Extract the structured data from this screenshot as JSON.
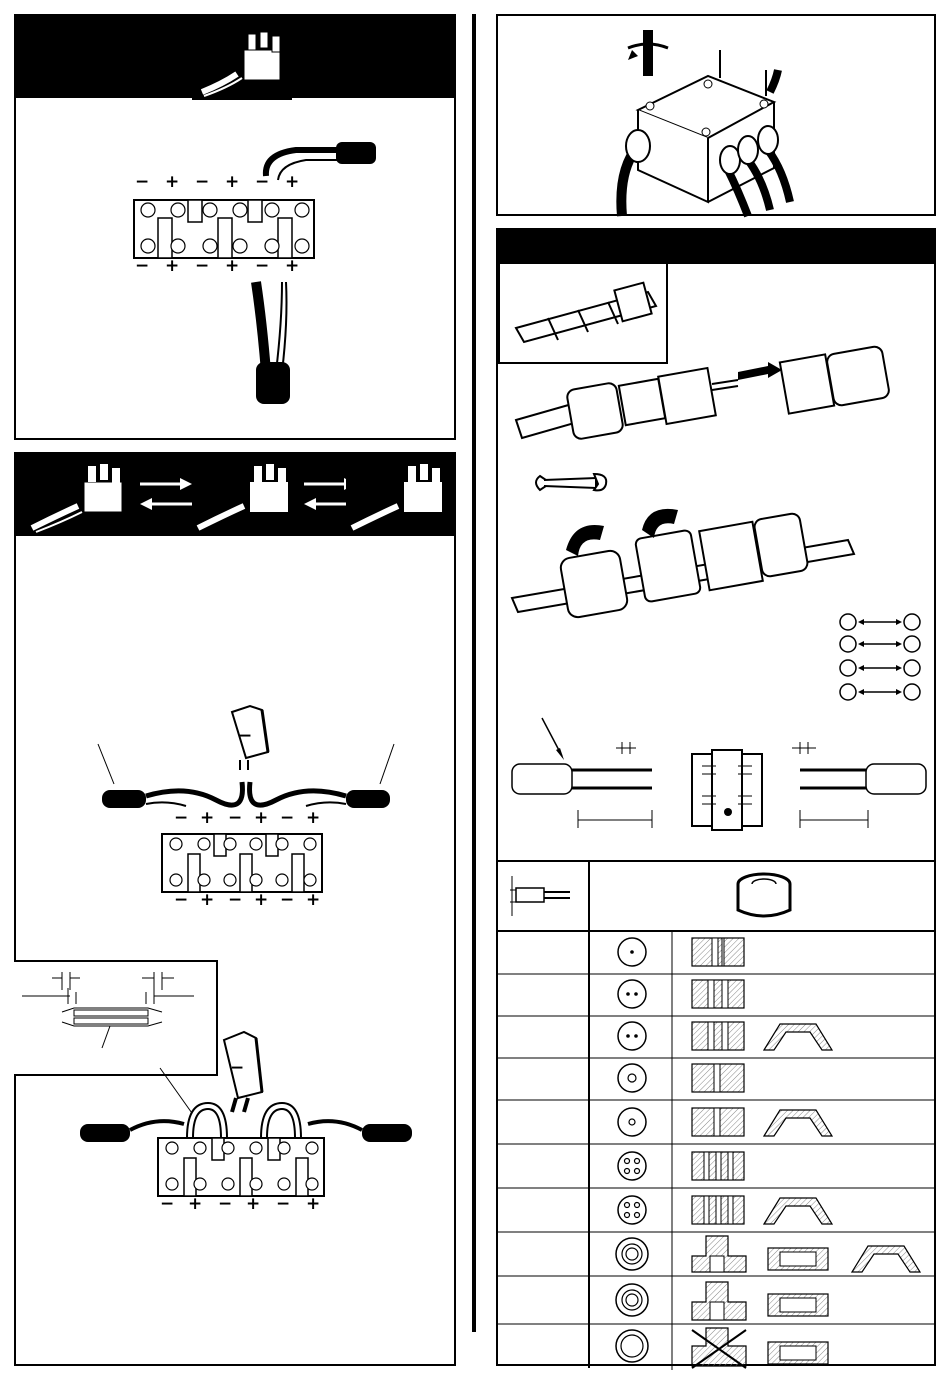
{
  "polarity": {
    "minus": "−",
    "plus": "+"
  },
  "block_symbols": [
    "−",
    "+",
    "−",
    "+",
    "−",
    "+"
  ],
  "bridge_polarity": "−",
  "glands": {
    "rows": 10,
    "rings": [
      1,
      2,
      2,
      1,
      1,
      4,
      4,
      "big",
      "big",
      "big"
    ]
  },
  "colors": {
    "ink": "#000000",
    "paper": "#ffffff",
    "hatch": "#888888"
  }
}
